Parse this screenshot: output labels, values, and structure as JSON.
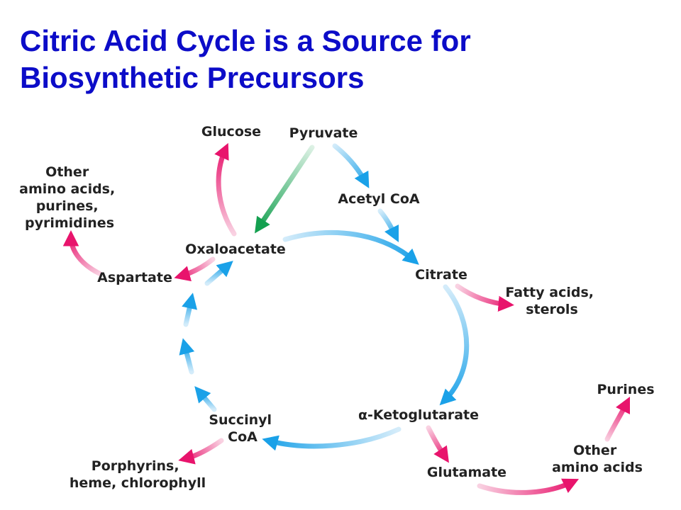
{
  "title": {
    "line1": "Citric Acid Cycle is a Source for",
    "line2": "Biosynthetic Precursors"
  },
  "colors": {
    "title": "#0c0cc8",
    "cycle_arrow": "#1aa1e8",
    "biosynthetic_arrow": "#e8146c",
    "anaplerotic_arrow": "#14a050",
    "label": "#222222"
  },
  "nodes": {
    "pyruvate": "Pyruvate",
    "acetyl_coa": "Acetyl CoA",
    "citrate": "Citrate",
    "fatty_acids": [
      "Fatty acids,",
      "sterols"
    ],
    "ketoglutarate": "α-Ketoglutarate",
    "glutamate": "Glutamate",
    "other_amino_acids_right": [
      "Other",
      "amino acids"
    ],
    "purines": "Purines",
    "succinyl_coa": [
      "Succinyl",
      "CoA"
    ],
    "porphyrins": [
      "Porphyrins,",
      "heme, chlorophyll"
    ],
    "oxaloacetate": "Oxaloacetate",
    "aspartate": "Aspartate",
    "other_amino_acids_left": [
      "Other",
      "amino acids,",
      "purines,",
      "pyrimidines"
    ],
    "glucose": "Glucose"
  }
}
